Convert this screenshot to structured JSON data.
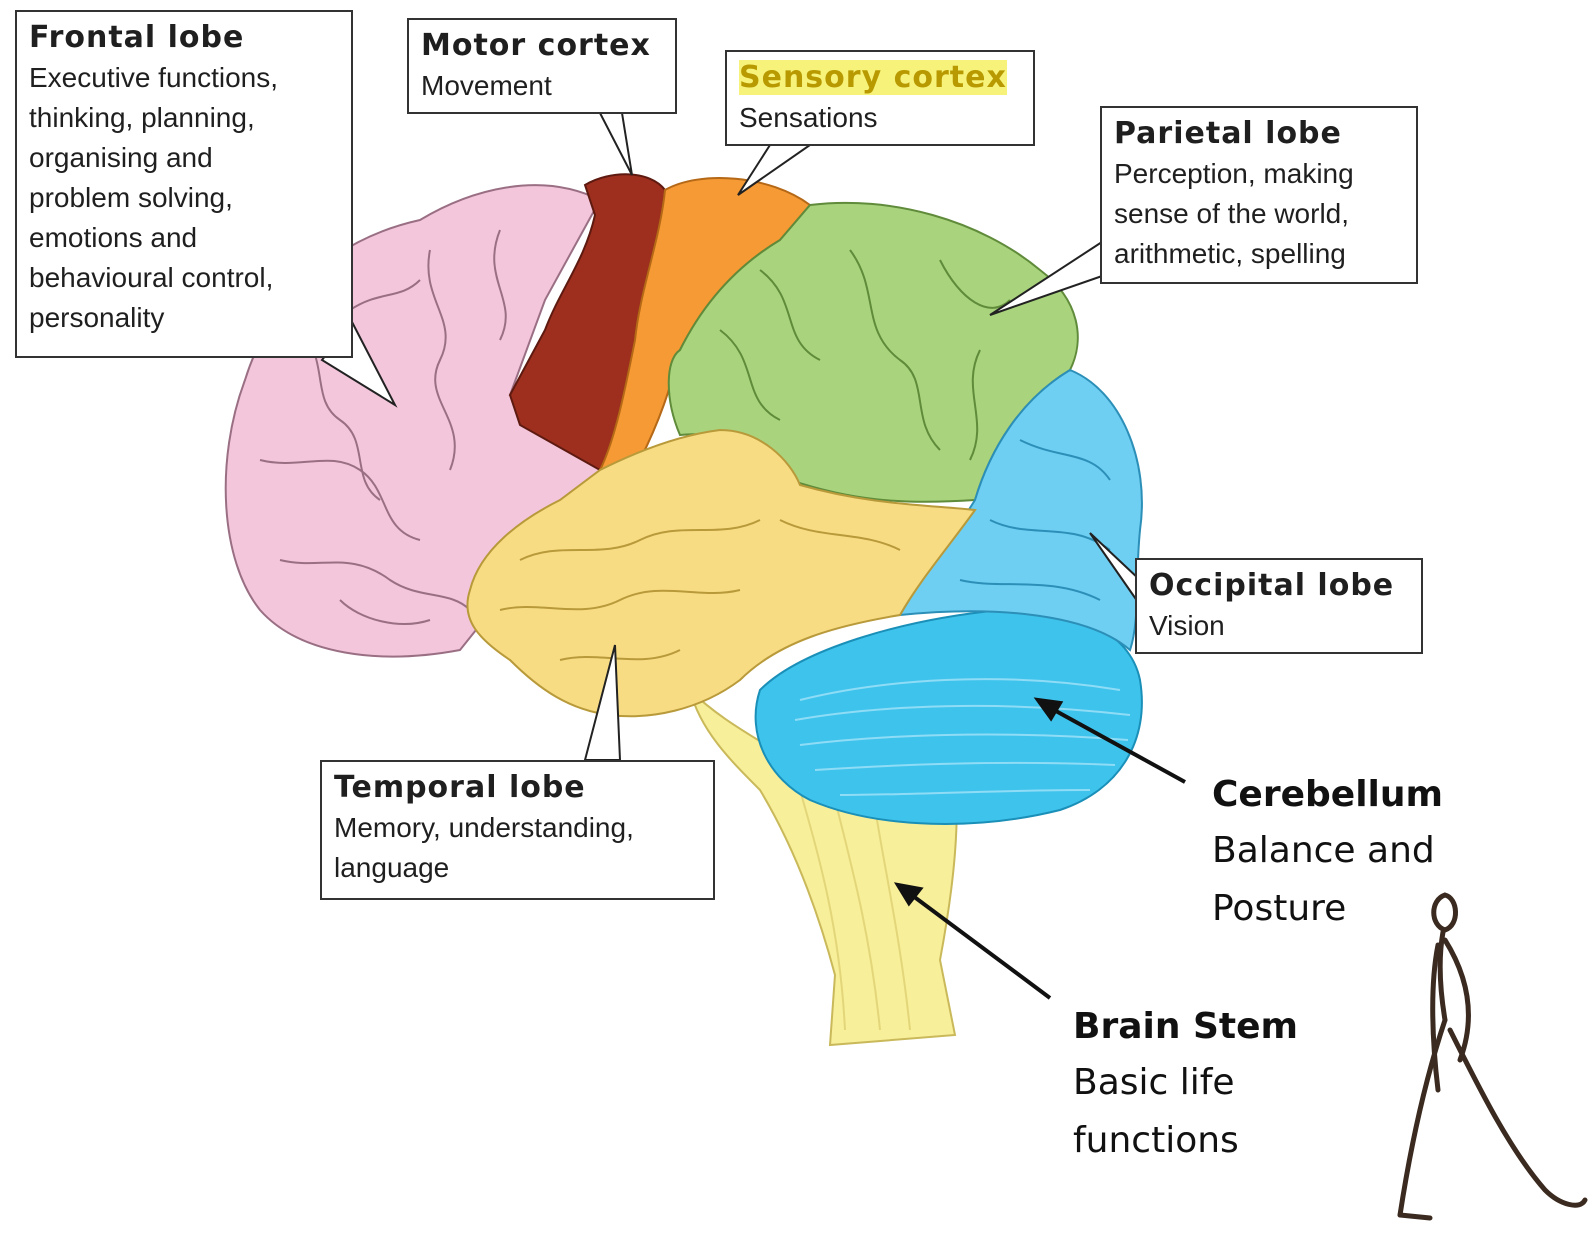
{
  "labels": {
    "frontal": {
      "title": "Frontal lobe",
      "desc": "Executive functions,\nthinking, planning,\norganising and\nproblem solving,\nemotions and\nbehavioural control,\npersonality"
    },
    "motor": {
      "title": "Motor cortex",
      "desc": "Movement"
    },
    "sensory": {
      "title": "Sensory cortex",
      "desc": "Sensations"
    },
    "parietal": {
      "title": "Parietal lobe",
      "desc": "Perception, making\nsense of the world,\narithmetic, spelling"
    },
    "occipital": {
      "title": "Occipital lobe",
      "desc": "Vision"
    },
    "temporal": {
      "title": "Temporal lobe",
      "desc": "Memory, understanding,\nlanguage"
    },
    "cerebellum": {
      "title": "Cerebellum",
      "desc": "Balance and\nPosture"
    },
    "brainstem": {
      "title": "Brain Stem",
      "desc": "Basic life\nfunctions"
    }
  },
  "colors": {
    "frontal": "#f3c6dc",
    "motor": "#9e2f1e",
    "sensory": "#f59a34",
    "parietal": "#a9d47d",
    "occipital": "#6fcff2",
    "temporal": "#f8dc84",
    "cerebellum": "#3ec3ec",
    "brainstem": "#f8ef9a",
    "highlight": "#f7f27a"
  }
}
